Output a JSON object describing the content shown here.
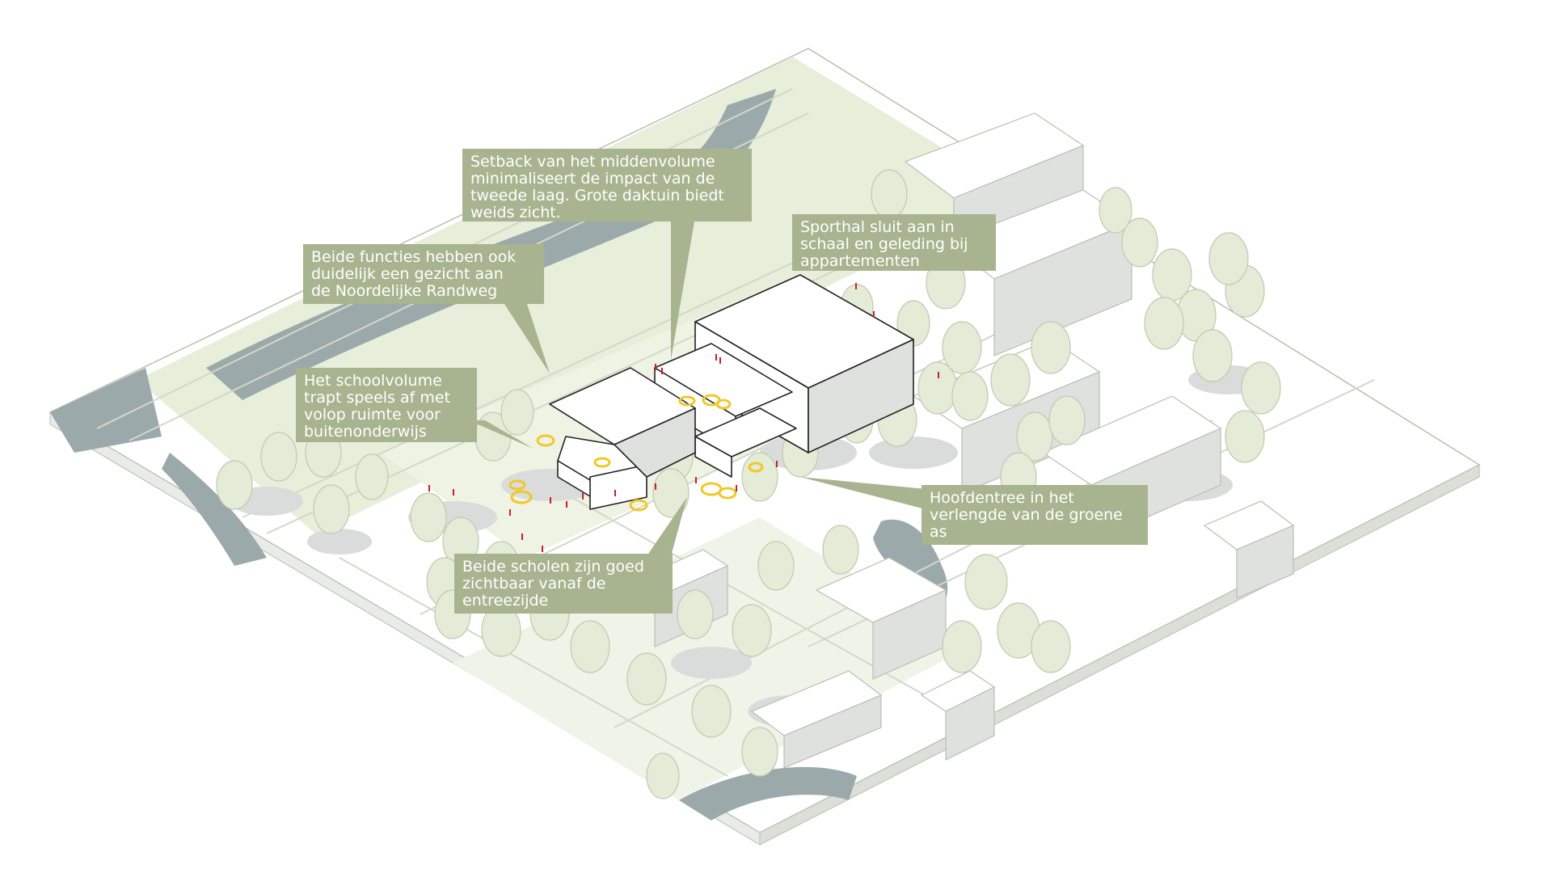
{
  "diagram": {
    "colors": {
      "ground": "#ffffff",
      "ground_line": "#cfd5c4",
      "road": "#f1f4e9",
      "park": "#e7eed9",
      "water": "#9ca9ab",
      "tree": "#e4ebd6",
      "tree_edge": "#c1c9b1",
      "shadow": "#d9dcda",
      "building_roof": "#ffffff",
      "building_side": "#dfe1df",
      "building_edge": "#222222",
      "accent_yellow": "#f0c829",
      "accent_red": "#c8202b",
      "callout_bg": "#a8b38f",
      "callout_text": "#ffffff"
    },
    "annotations": [
      {
        "id": "setback",
        "text": "Setback van het middenvolume\nminimaliseert de impact van de\ntweede laag. Grote daktuin biedt\nweids zicht."
      },
      {
        "id": "sporthal",
        "text": "Sporthal sluit aan in\nschaal en geleding bij\nappartementen"
      },
      {
        "id": "functies",
        "text": "Beide functies hebben ook\nduidelijk een gezicht aan\nde Noordelijke Randweg"
      },
      {
        "id": "schoolvolume",
        "text": "Het schoolvolume\ntrapt speels af met\nvolop ruimte voor\nbuitenonderwijs"
      },
      {
        "id": "hoofdentree",
        "text": "Hoofdentree in het\nverlengde van de groene\nas"
      },
      {
        "id": "scholen",
        "text": "Beide scholen zijn goed\nzichtbaar vanaf de\nentreezijde"
      }
    ]
  }
}
